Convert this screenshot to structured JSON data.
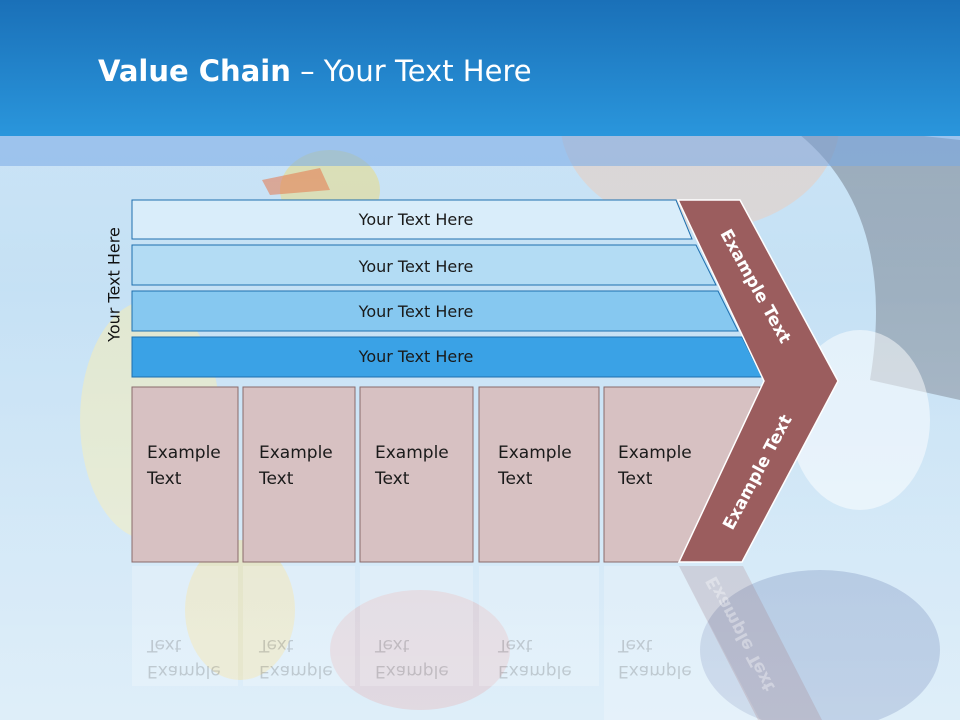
{
  "title": {
    "bold": "Value Chain",
    "rest": " – Your Text Here"
  },
  "y_label": "Your Text Here",
  "bars": [
    "Your Text Here",
    "Your Text Here",
    "Your Text Here",
    "Your Text Here"
  ],
  "boxes": [
    {
      "line1": "Example",
      "line2": "Text"
    },
    {
      "line1": "Example",
      "line2": "Text"
    },
    {
      "line1": "Example",
      "line2": "Text"
    },
    {
      "line1": "Example",
      "line2": "Text"
    },
    {
      "line1": "Example",
      "line2": "Text"
    }
  ],
  "chevron": {
    "upper": "Example Text",
    "lower": "Example Text"
  },
  "colors": {
    "header": "#1f86cf",
    "bar1": "#d9edfa",
    "bar2": "#b3dcf4",
    "bar3": "#86c8f0",
    "bar4": "#3aa2e6",
    "box": "#d7c1c2",
    "chevron": "#9b5d5e"
  }
}
